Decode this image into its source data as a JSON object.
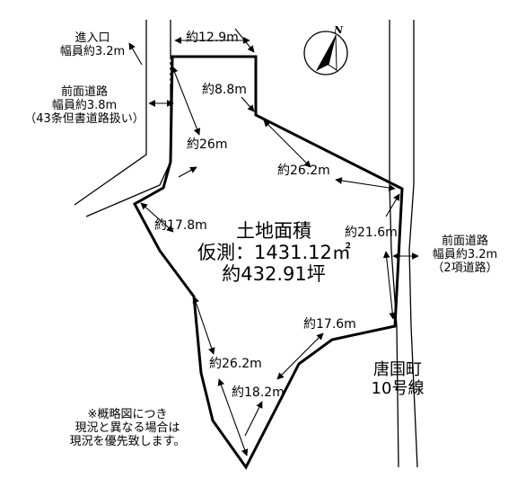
{
  "measurements": {
    "m1": "約12.9m",
    "m2": "約8.8m",
    "m3": "約26m",
    "m4": "約26.2m",
    "m5": "約17.8m",
    "m6": "約21.6m",
    "m7": "約17.6m",
    "m8": "約26.2m",
    "m9": "約18.2m"
  },
  "entrance": {
    "line1": "進入口",
    "line2": "幅員約3.2m"
  },
  "front_road_left": {
    "line1": "前面道路",
    "line2": "幅員約3.8m",
    "line3": "（43条但書道路扱い）"
  },
  "front_road_right": {
    "line1": "前面道路",
    "line2": "幅員約3.2m",
    "line3": "（2項道路）"
  },
  "area": {
    "title": "土地面積",
    "sokuryo": "仮測：1431.12㎡",
    "tsubo": "約432.91坪"
  },
  "street": {
    "line1": "唐国町",
    "line2": "10号線"
  },
  "note": {
    "line1": "※概略図につき",
    "line2": "現況と異なる場合は",
    "line3": "現況を優先致します。"
  },
  "compass": {
    "label": "N"
  }
}
